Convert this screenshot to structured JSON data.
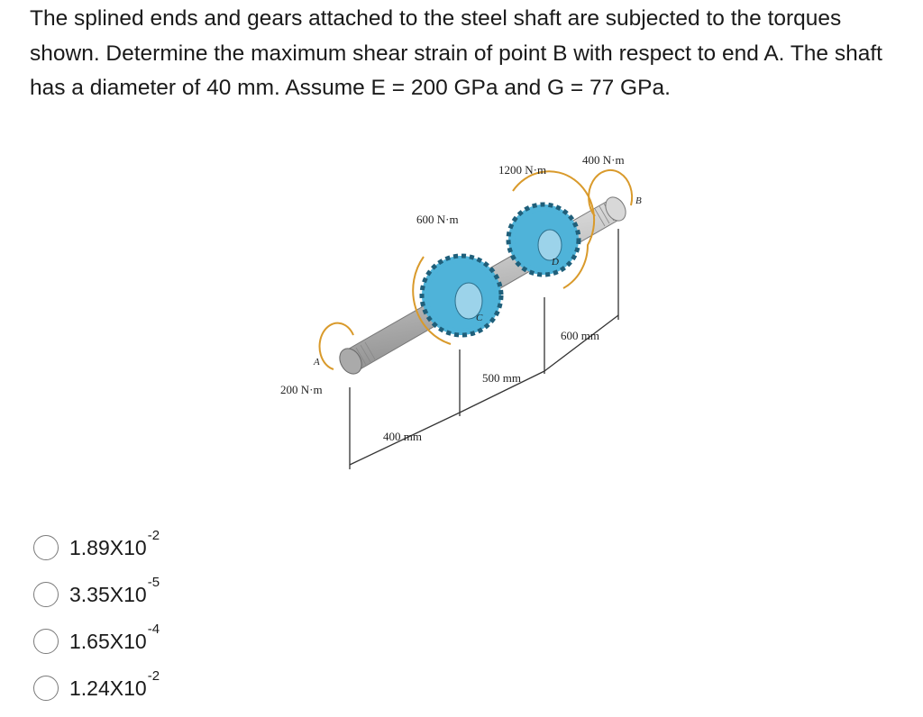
{
  "question": {
    "text": "The splined ends and gears attached to the steel shaft are subjected to the torques shown. Determine the maximum shear strain of point B with respect to end A. The shaft has a diameter of 40 mm. Assume E = 200 GPa and G = 77 GPa."
  },
  "figure": {
    "torque_A": "200 N·m",
    "torque_C": "600 N·m",
    "torque_D": "1200 N·m",
    "torque_B": "400 N·m",
    "dim_AC": "400 mm",
    "dim_CD": "500 mm",
    "dim_DB": "600 mm",
    "label_A": "A",
    "label_B": "B",
    "label_C": "C",
    "label_D": "D",
    "colors": {
      "gear": "#4fb3d9",
      "shaft": "#c9c9c9",
      "arrow": "#d99a2b"
    }
  },
  "options": [
    {
      "base": "1.89X10",
      "exp": "-2"
    },
    {
      "base": "3.35X10",
      "exp": "-5"
    },
    {
      "base": "1.65X10",
      "exp": "-4"
    },
    {
      "base": "1.24X10",
      "exp": "-2"
    }
  ]
}
